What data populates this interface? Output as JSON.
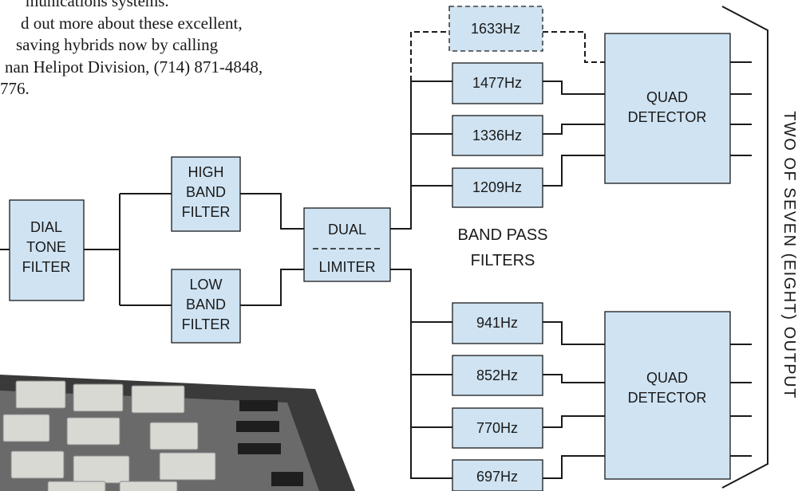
{
  "text_lines": [
    "munications systems.",
    "d out more about these excellent,",
    "saving hybrids now by calling",
    "nan Helipot Division, (714) 871-4848,",
    "776."
  ],
  "blocks": {
    "dial_tone": [
      "DIAL",
      "TONE",
      "FILTER"
    ],
    "high_band": [
      "HIGH",
      "BAND",
      "FILTER"
    ],
    "low_band": [
      "LOW",
      "BAND",
      "FILTER"
    ],
    "dual": "DUAL",
    "limiter": "LIMITER",
    "band_pass": [
      "BAND PASS",
      "FILTERS"
    ],
    "upper_detector": [
      "QUAD",
      "DETECTOR"
    ],
    "lower_detector": [
      "QUAD",
      "DETECTOR"
    ],
    "output": "TWO OF SEVEN (EIGHT) OUTPUT"
  },
  "high_filters": [
    "1633Hz",
    "1477Hz",
    "1336Hz",
    "1209Hz"
  ],
  "low_filters": [
    "941Hz",
    "852Hz",
    "770Hz",
    "697Hz"
  ],
  "colors": {
    "box_fill": "#cfe3f2",
    "line": "#1a1a1a"
  },
  "photo": {
    "subject": "circuit-board-photo"
  }
}
